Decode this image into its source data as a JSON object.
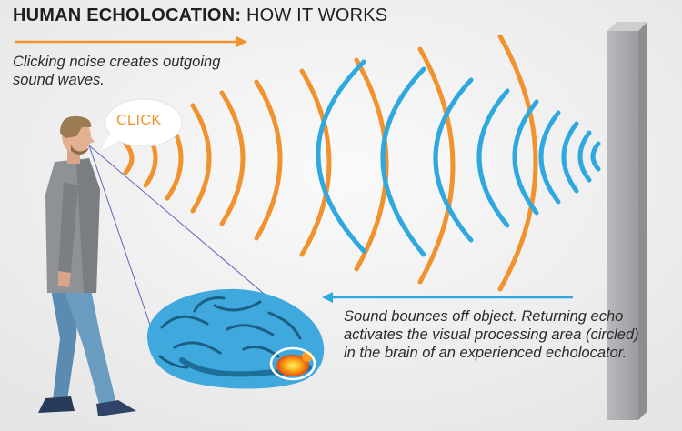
{
  "title": {
    "bold": "HUMAN ECHOLOCATION:",
    "regular": "HOW IT WORKS"
  },
  "captions": {
    "outgoing": "Clicking noise creates outgoing sound waves.",
    "returning": "Sound bounces off object. Returning echo activates the visual processing area (circled) in the brain of an experienced echolocator."
  },
  "speech_bubble": {
    "label": "CLICK"
  },
  "colors": {
    "outgoing_waves": "#f0932e",
    "returning_waves": "#2fa8df",
    "wall": "#a9a9ad",
    "brain": "#3fa9dd",
    "brain_activation": "#f39c1f",
    "background": "#f2f2f2"
  },
  "icons": {
    "person": "walking-person-illustration",
    "brain": "brain-scan-illustration",
    "wall": "wall-object-illustration"
  }
}
